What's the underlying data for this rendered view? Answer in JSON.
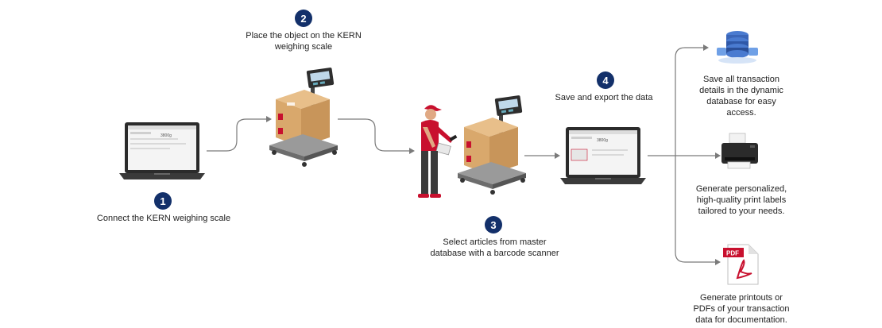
{
  "steps": [
    {
      "number": "1",
      "lines": [
        "Connect the KERN weighing scale"
      ]
    },
    {
      "number": "2",
      "lines": [
        "Place the object on the KERN",
        "weighing scale"
      ]
    },
    {
      "number": "3",
      "lines": [
        "Select articles from master",
        "database with a barcode scanner"
      ]
    },
    {
      "number": "4",
      "lines": [
        "Save and export the data"
      ]
    }
  ],
  "outputs": [
    {
      "lines": [
        "Save all transaction",
        "details in the dynamic",
        "database for easy",
        "access."
      ]
    },
    {
      "lines": [
        "Generate personalized,",
        "high-quality print labels",
        "tailored to your needs."
      ]
    },
    {
      "lines": [
        "Generate printouts or",
        "PDFs of your transaction",
        "data for documentation."
      ]
    }
  ],
  "labels": {
    "laptop_screen_1": "3800g",
    "laptop_screen_2": "3800g",
    "pdf_icon": "PDF"
  },
  "colors": {
    "badge": "#13306a",
    "box": "#d9a86c",
    "accent_red": "#c8102e",
    "arrow": "#7a7a7a"
  }
}
